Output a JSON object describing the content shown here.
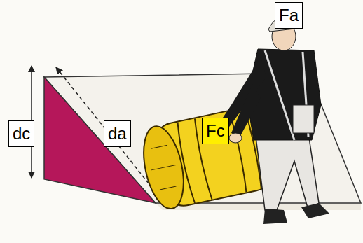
{
  "diagram": {
    "labels": [
      "Fa",
      "dc",
      "da",
      "Fc"
    ]
  }
}
